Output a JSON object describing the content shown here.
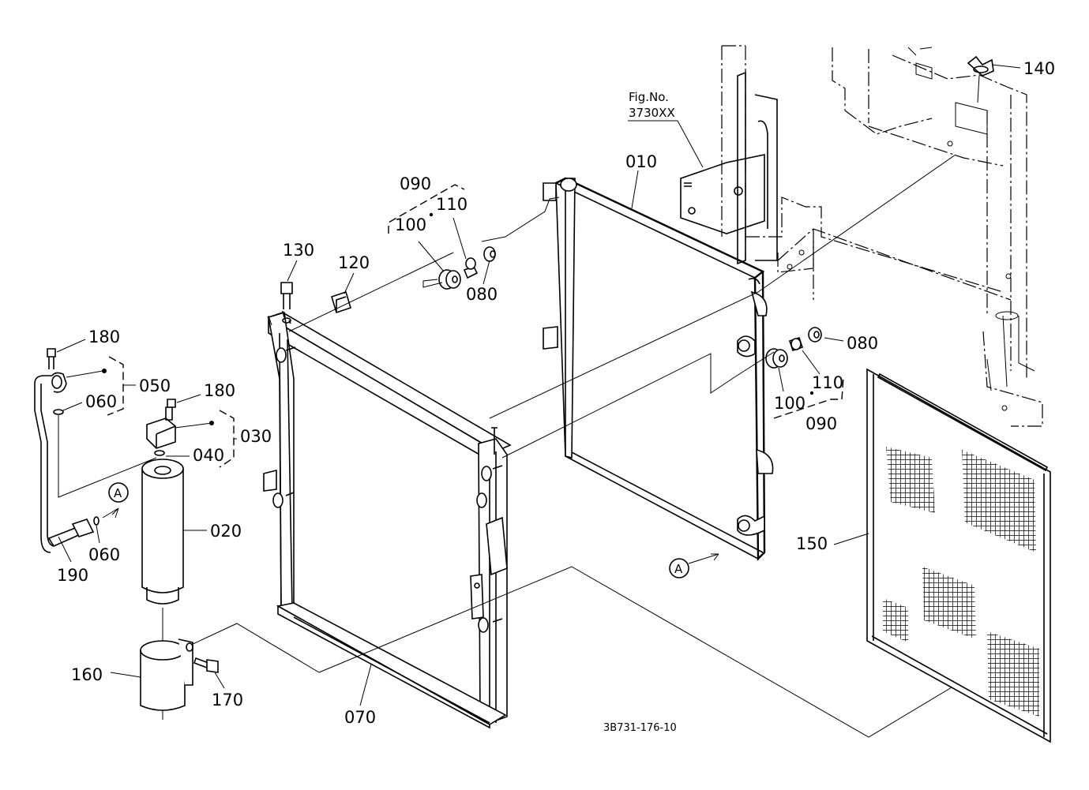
{
  "labels": {
    "p010": "010",
    "p020": "020",
    "p030": "030",
    "p040": "040",
    "p050": "050",
    "p060a": "060",
    "p060b": "060",
    "p070": "070",
    "p080a": "080",
    "p080b": "080",
    "p090a": "090",
    "p090b": "090",
    "p100a": "100",
    "p100b": "100",
    "p110a": "110",
    "p110b": "110",
    "p120": "120",
    "p130": "130",
    "p140": "140",
    "p150": "150",
    "p160": "160",
    "p170": "170",
    "p180a": "180",
    "p180b": "180",
    "p190": "190"
  },
  "reference": {
    "fig_no_label": "Fig.No.",
    "fig_no_value": "3730XX"
  },
  "markers": {
    "a1": "A",
    "a2": "A"
  },
  "footer": {
    "drawing_code": "3B731-176-10"
  }
}
